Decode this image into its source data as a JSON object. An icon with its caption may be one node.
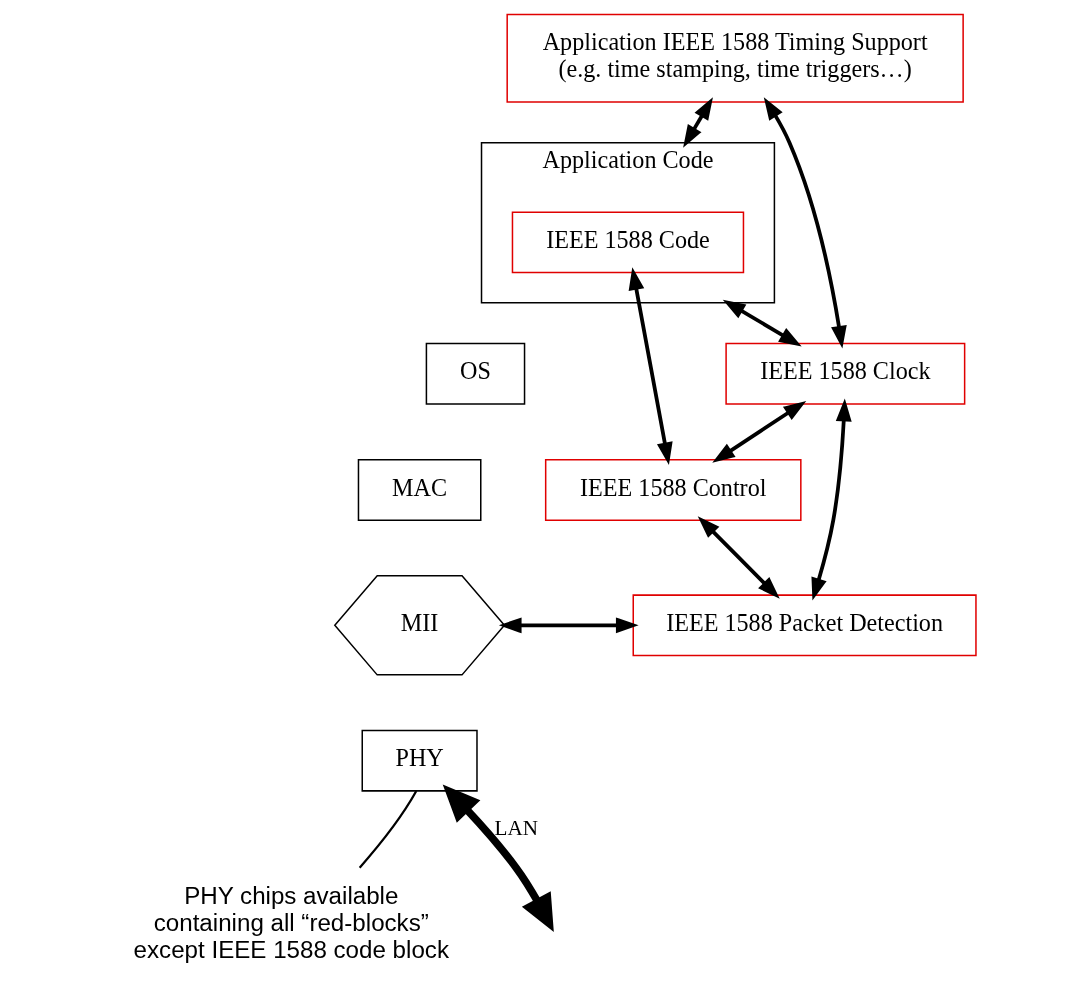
{
  "diagram": {
    "nodes": [
      {
        "text": [
          "Application IEEE 1588 Timing Support",
          "(e.g. time stamping, time triggers…)"
        ]
      },
      {
        "text": [
          "Application Code"
        ]
      },
      {
        "text": [
          "IEEE 1588 Code"
        ],
        "in": 1
      },
      {
        "text": [
          "IEEE 1588 Clock"
        ]
      },
      {
        "text": [
          "IEEE 1588 Control"
        ]
      },
      {
        "text": [
          "OS"
        ]
      },
      {
        "text": [
          "MAC"
        ]
      },
      {
        "text": [
          "MII"
        ]
      },
      {
        "text": [
          "IEEE 1588 Packet Detection"
        ]
      },
      {
        "text": [
          "PHY"
        ]
      },
      {
        "text": [
          "PHY chips available containing all “red-blocks” except IEEE 1588 code block"
        ]
      }
    ],
    "edges": [
      {
        "from": 0,
        "to": 1,
        "arrow": "both"
      },
      {
        "from": 0,
        "to": 3,
        "arrow": "both"
      },
      {
        "from": 1,
        "to": 3,
        "arrow": "both"
      },
      {
        "from": 3,
        "to": 4,
        "arrow": "both"
      },
      {
        "from": 2,
        "to": 4,
        "arrow": "both"
      },
      {
        "from": 4,
        "to": 8,
        "arrow": "both"
      },
      {
        "from": 3,
        "to": 8,
        "arrow": "both"
      },
      {
        "from": 7,
        "to": 8,
        "arrow": "both"
      },
      {
        "from": 9,
        "to": null,
        "arrow": "both",
        "label": "LAN",
        "style": "thick"
      },
      {
        "from": 10,
        "to": 9,
        "arrow": "none"
      }
    ]
  }
}
